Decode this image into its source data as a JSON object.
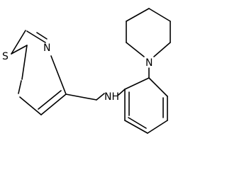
{
  "molecule": {
    "atom_labels": {
      "S": "S",
      "N_thiazole": "N",
      "NH": "NH",
      "N_piperidine": "N"
    }
  },
  "colors": {
    "bond": "#000000",
    "background": "#ffffff"
  }
}
